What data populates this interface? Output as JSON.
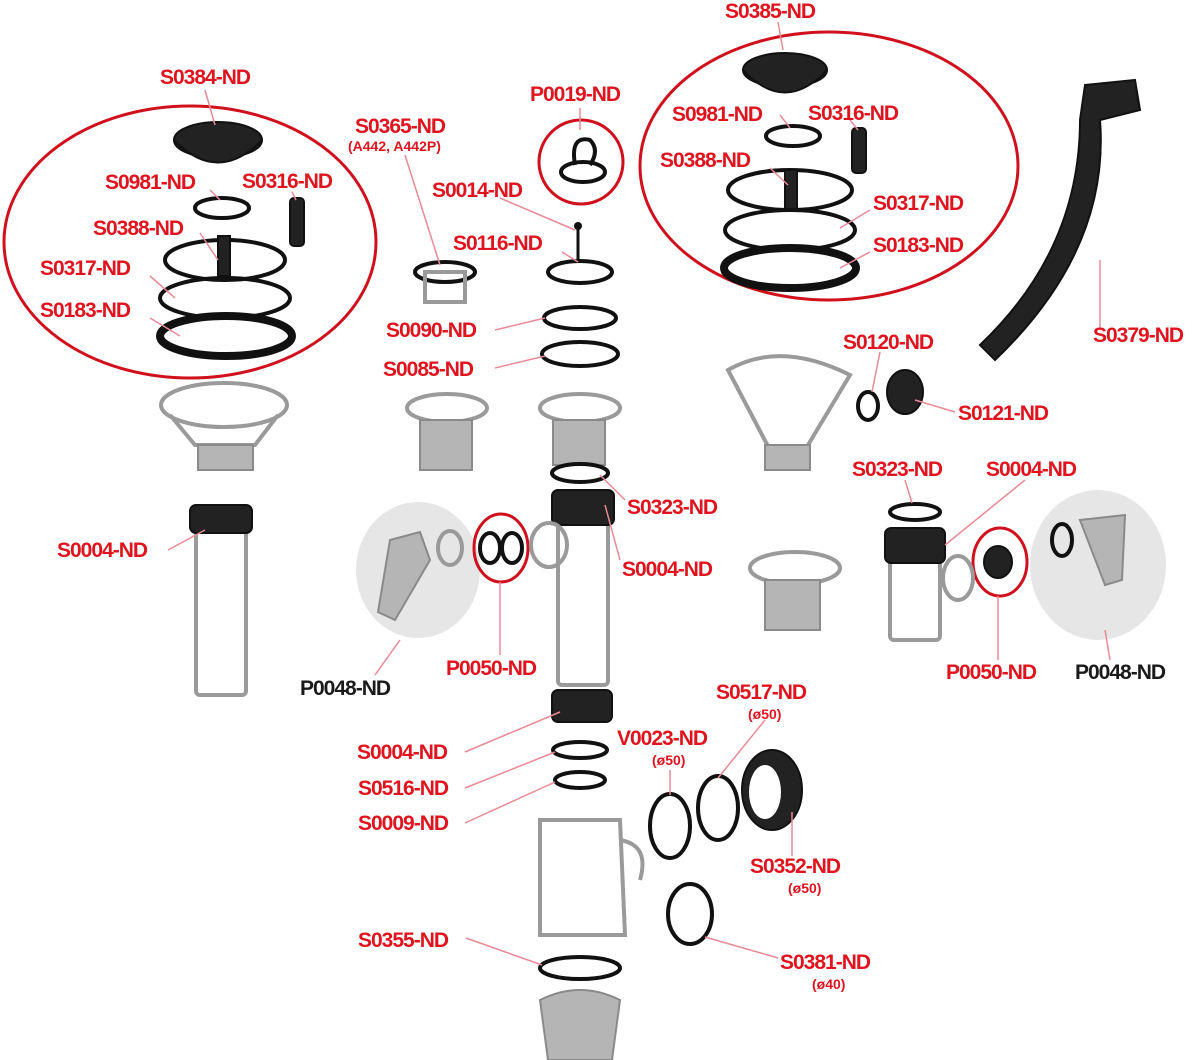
{
  "labels": [
    "S0385-ND",
    "S0384-ND",
    "P0019-ND",
    "S0365-ND",
    "S0981-ND",
    "S0316-ND",
    "S0981-ND",
    "S0316-ND",
    "S0388-ND",
    "S0388-ND",
    "S0014-ND",
    "S0116-ND",
    "S0317-ND",
    "S0317-ND",
    "S0183-ND",
    "S0183-ND",
    "S0090-ND",
    "S0085-ND",
    "S0379-ND",
    "S0120-ND",
    "S0121-ND",
    "S0323-ND",
    "S0323-ND",
    "S0004-ND",
    "S0004-ND",
    "S0004-ND",
    "P0048-ND",
    "P0048-ND",
    "P0050-ND",
    "P0050-ND",
    "S0517-ND",
    "V0023-ND",
    "S0004-ND",
    "S0516-ND",
    "S0009-ND",
    "S0352-ND",
    "S0355-ND",
    "S0381-ND"
  ],
  "sublabels": {
    "s0365": "(A442, A442P)",
    "s0517": "(ø50)",
    "v0023": "(ø50)",
    "s0352": "(ø50)",
    "s0381": "(ø40)"
  },
  "colors": {
    "label": "#e0141e",
    "group_outline": "#d0101c",
    "leader": "#e88a96"
  }
}
